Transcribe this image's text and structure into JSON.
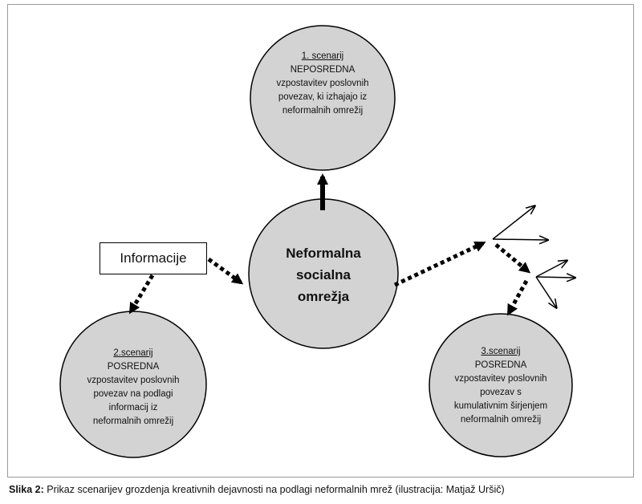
{
  "center": {
    "lines": [
      "Neformalna",
      "socialna",
      "omrežja"
    ]
  },
  "info_box": {
    "label": "Informacije"
  },
  "scenario1": {
    "heading": "1. scenarij",
    "lines": [
      "NEPOSREDNA",
      "vzpostavitev poslovnih",
      "povezav, ki izhajajo iz",
      "neformalnih omrežij"
    ]
  },
  "scenario2": {
    "heading": "2.scenarij",
    "lines": [
      "POSREDNA",
      "vzpostavitev poslovnih",
      "povezav na podlagi",
      "informacij iz",
      "neformalnih omrežij"
    ]
  },
  "scenario3": {
    "heading": "3.scenarij",
    "lines": [
      "POSREDNA",
      "vzpostavitev poslovnih",
      "povezav s",
      "kumulativnim širjenjem",
      "neformalnih omrežij"
    ]
  },
  "caption": {
    "label": "Slika 2:",
    "text": " Prikaz scenarijev grozdenja kreativnih dejavnosti na podlagi neformalnih mrež (ilustracija: Matjaž Uršič)"
  },
  "colors": {
    "circle_fill": "#d3d3d3",
    "stroke": "#000000"
  }
}
